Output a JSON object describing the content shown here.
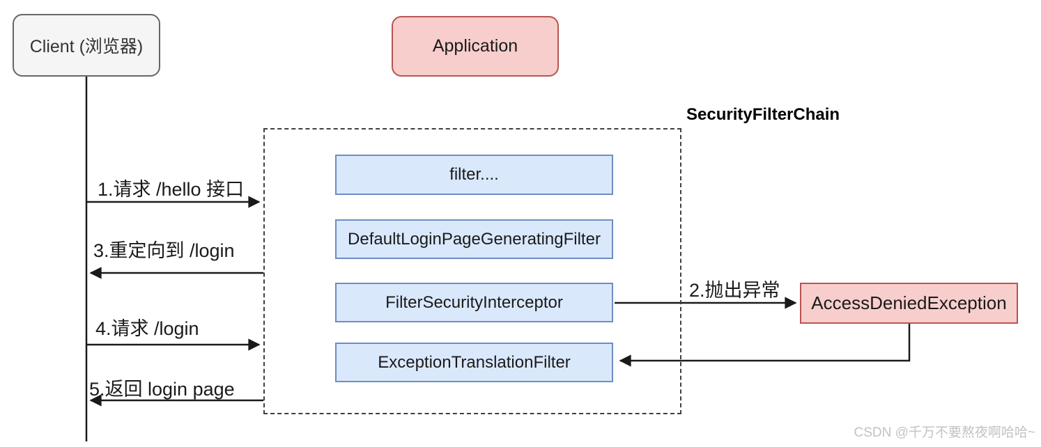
{
  "diagram": {
    "client_label": "Client (浏览器)",
    "application_label": "Application",
    "chain_title": "SecurityFilterChain",
    "filters": [
      "filter....",
      "DefaultLoginPageGeneratingFilter",
      "FilterSecurityInterceptor",
      "ExceptionTranslationFilter"
    ],
    "exception_label": "AccessDeniedException",
    "steps": {
      "step1": "1.请求 /hello 接口",
      "step2": "2.抛出异常",
      "step3": "3.重定向到 /login",
      "step4": "4.请求 /login",
      "step5": "5.返回 login page"
    },
    "watermark": "CSDN @千万不要熬夜啊哈哈~",
    "colors": {
      "pink_fill": "#f8cecc",
      "pink_border": "#b85450",
      "blue_fill": "#dae8fc",
      "blue_border": "#6c8ebf",
      "gray_fill": "#f5f5f5",
      "gray_border": "#666666",
      "connector": "#1a1a1a",
      "watermark_text": "#c2c2c2"
    }
  }
}
